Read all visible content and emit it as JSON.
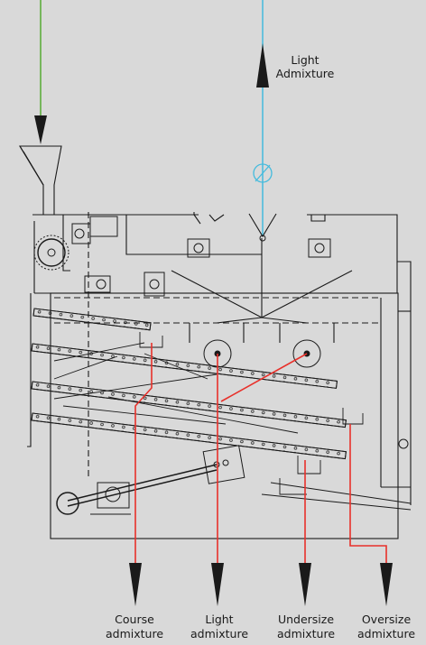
{
  "labels": {
    "light_top": [
      "Light",
      "Admixture"
    ],
    "course": [
      "Course",
      "admixture"
    ],
    "light_bottom": [
      "Light",
      "admixture"
    ],
    "undersize": [
      "Undersize",
      "admixture"
    ],
    "oversize": [
      "Oversize",
      "admixture"
    ]
  },
  "colors": {
    "background": "#d9d9d9",
    "line": "#1a1a1a",
    "inlet_flow": "#55aa33",
    "air_flow": "#44bbdd",
    "admixture_flow": "#e8302a"
  }
}
